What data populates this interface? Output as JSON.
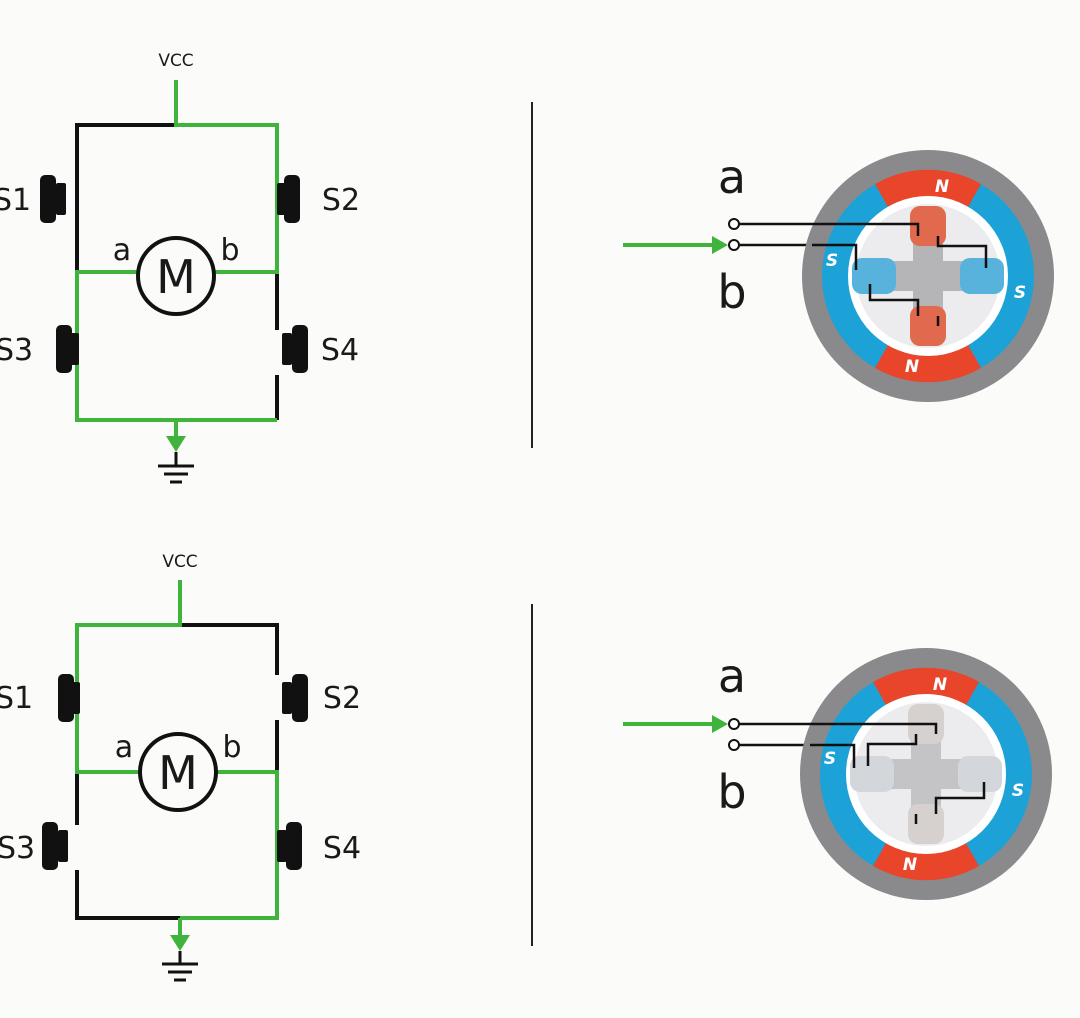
{
  "colors": {
    "active_path": "#3fb43c",
    "wire": "#111111",
    "north_pole": "#e8452a",
    "south_pole": "#1ca2d6",
    "stator_ring": "#8a8a8c",
    "coil_energized_red": "#e0694e",
    "coil_energized_blue": "#57b3dc",
    "coil_idle": "#c9c9cc"
  },
  "panels": [
    {
      "circuit": {
        "supply_label": "VCC",
        "switches": {
          "s1": "S1",
          "s2": "S2",
          "s3": "S3",
          "s4": "S4"
        },
        "closed_switches": [
          "S2",
          "S3"
        ],
        "motor_label": "M",
        "terminal_a": "a",
        "terminal_b": "b",
        "current_path": "VCC → S2 → b → M → a → S3 → GND"
      },
      "motor": {
        "terminal_a": "a",
        "terminal_b": "b",
        "input_arrow_on": "b",
        "poles": {
          "top": "N",
          "bottom": "N",
          "left": "S",
          "right": "S"
        },
        "energized": true
      }
    },
    {
      "circuit": {
        "supply_label": "VCC",
        "switches": {
          "s1": "S1",
          "s2": "S2",
          "s3": "S3",
          "s4": "S4"
        },
        "closed_switches": [
          "S1",
          "S4"
        ],
        "motor_label": "M",
        "terminal_a": "a",
        "terminal_b": "b",
        "current_path": "VCC → S1 → a → M → b → S4 → GND"
      },
      "motor": {
        "terminal_a": "a",
        "terminal_b": "b",
        "input_arrow_on": "a",
        "poles": {
          "top": "N",
          "bottom": "N",
          "left": "S",
          "right": "S"
        },
        "energized": false
      }
    }
  ]
}
